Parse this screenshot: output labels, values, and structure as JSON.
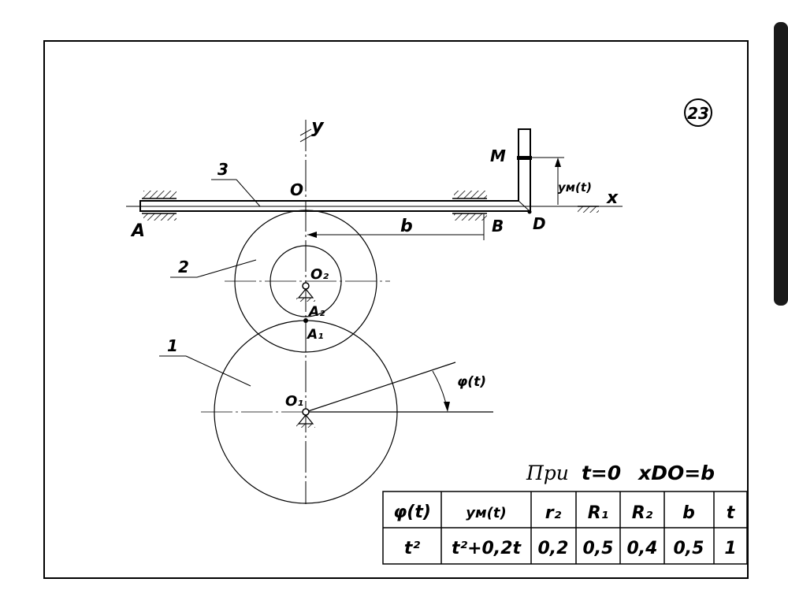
{
  "problem_number": "23",
  "labels": {
    "axis_y": "y",
    "axis_x": "x",
    "origin": "O",
    "point_M": "M",
    "point_A": "A",
    "point_B": "B",
    "point_D": "D",
    "dim_b": "b",
    "dim_ym": "yм(t)",
    "body_3": "3",
    "body_2": "2",
    "body_1": "1",
    "center_O2": "O₂",
    "center_O1": "O₁",
    "point_A2": "A₂",
    "point_A1": "A₁",
    "angle_phi": "φ(t)"
  },
  "condition": {
    "prefix": "При",
    "t_eq": "t=0",
    "x_eq": "xDO=b"
  },
  "table": {
    "headers": [
      "φ(t)",
      "yм(t)",
      "r₂",
      "R₁",
      "R₂",
      "b",
      "t"
    ],
    "values": [
      "t²",
      "t²+0,2t",
      "0,2",
      "0,5",
      "0,4",
      "0,5",
      "1"
    ]
  }
}
